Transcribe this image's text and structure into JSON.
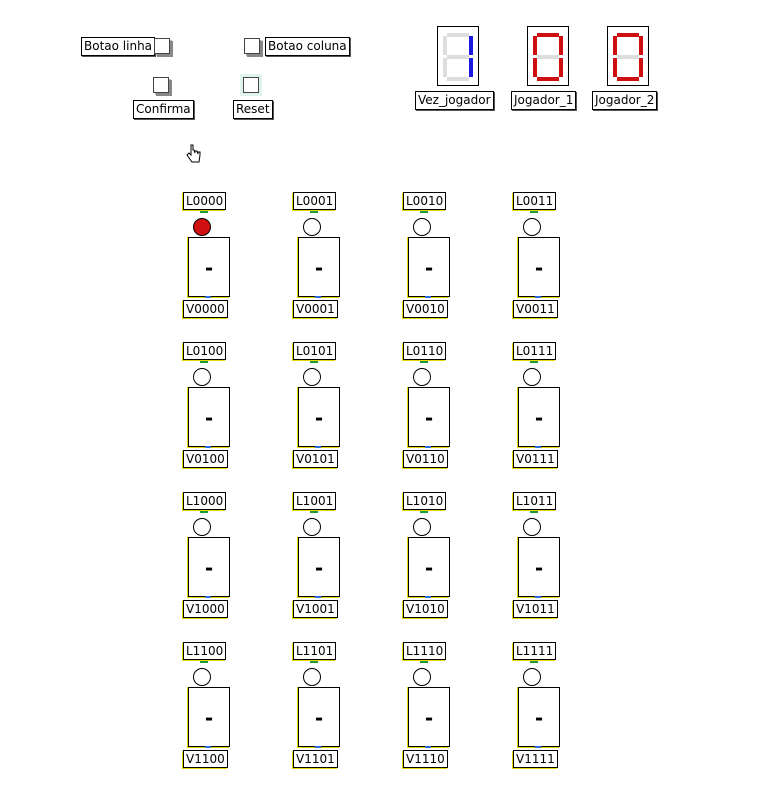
{
  "controls": {
    "botao_linha_label": "Botao linha",
    "botao_coluna_label": "Botao coluna",
    "confirma_label": "Confirma",
    "reset_label": "Reset"
  },
  "displays": {
    "vez_jogador_label": "Vez_jogador",
    "jogador_1_label": "Jogador_1",
    "jogador_2_label": "Jogador_2",
    "vez_jogador_value": "1",
    "jogador_1_value": "0",
    "jogador_2_value": "0",
    "colors": {
      "vez_on": "#1a1ae0",
      "score_on": "#d01010",
      "segment_off": "#dddddd"
    }
  },
  "cursor_icon": "hand-pointer-icon",
  "cells": [
    {
      "led_label": "L0000",
      "value_label": "V0000",
      "value": "-",
      "led_on": true
    },
    {
      "led_label": "L0001",
      "value_label": "V0001",
      "value": "-",
      "led_on": false
    },
    {
      "led_label": "L0010",
      "value_label": "V0010",
      "value": "-",
      "led_on": false
    },
    {
      "led_label": "L0011",
      "value_label": "V0011",
      "value": "-",
      "led_on": false
    },
    {
      "led_label": "L0100",
      "value_label": "V0100",
      "value": "-",
      "led_on": false
    },
    {
      "led_label": "L0101",
      "value_label": "V0101",
      "value": "-",
      "led_on": false
    },
    {
      "led_label": "L0110",
      "value_label": "V0110",
      "value": "-",
      "led_on": false
    },
    {
      "led_label": "L0111",
      "value_label": "V0111",
      "value": "-",
      "led_on": false
    },
    {
      "led_label": "L1000",
      "value_label": "V1000",
      "value": "-",
      "led_on": false
    },
    {
      "led_label": "L1001",
      "value_label": "V1001",
      "value": "-",
      "led_on": false
    },
    {
      "led_label": "L1010",
      "value_label": "V1010",
      "value": "-",
      "led_on": false
    },
    {
      "led_label": "L1011",
      "value_label": "V1011",
      "value": "-",
      "led_on": false
    },
    {
      "led_label": "L1100",
      "value_label": "V1100",
      "value": "-",
      "led_on": false
    },
    {
      "led_label": "L1101",
      "value_label": "V1101",
      "value": "-",
      "led_on": false
    },
    {
      "led_label": "L1110",
      "value_label": "V1110",
      "value": "-",
      "led_on": false
    },
    {
      "led_label": "L1111",
      "value_label": "V1111",
      "value": "-",
      "led_on": false
    }
  ]
}
